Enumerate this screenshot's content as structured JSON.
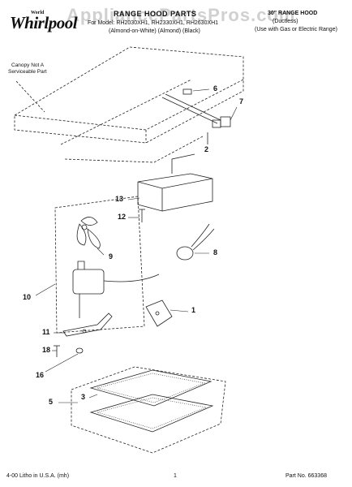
{
  "watermark": "AppliancePartsPros.com",
  "logo": {
    "brand_small": "World",
    "name": "Whirlpool"
  },
  "header": {
    "title": "RANGE HOOD PARTS",
    "model_line": "For Model: RH2030XH1, RH2330XH1, RH2630XH1",
    "colors_line": "(Almond-on-White)      (Almond)           (Black)",
    "right_title": "30\" RANGE HOOD",
    "right_sub1": "(Ductless)",
    "right_sub2": "(Use with Gas or Electric Range)"
  },
  "canopy_note": {
    "line1": "Canopy Not A",
    "line2": "Serviceable Part"
  },
  "callouts": [
    "6",
    "7",
    "2",
    "13",
    "12",
    "8",
    "9",
    "10",
    "1",
    "11",
    "18",
    "16",
    "5",
    "3"
  ],
  "footer": {
    "left": "4-00 Litho in U.S.A. (mh)",
    "center": "1",
    "right": "Part No. 663368"
  }
}
